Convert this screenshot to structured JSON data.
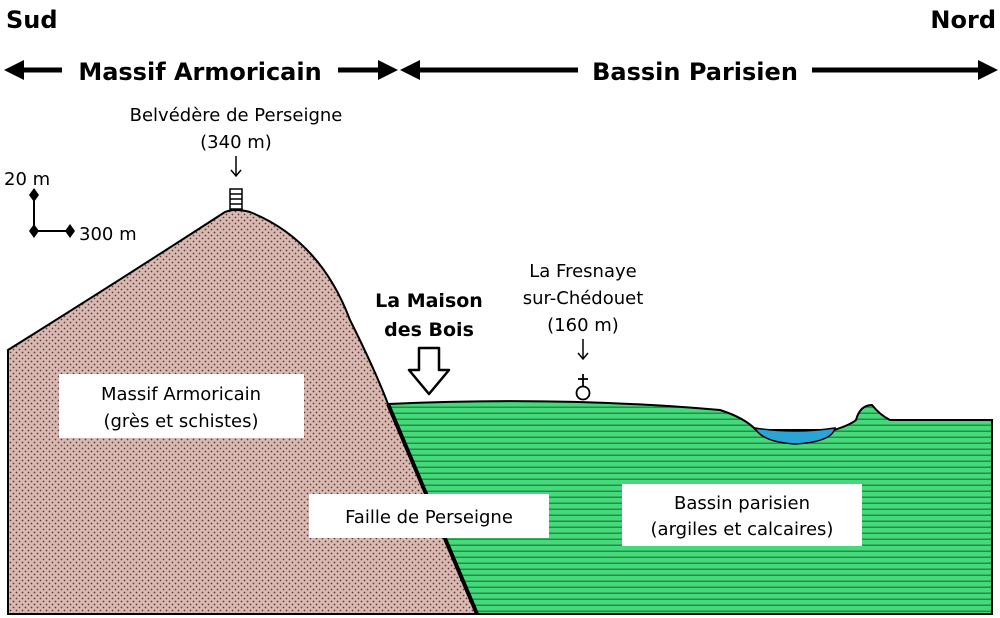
{
  "orientation": {
    "south": "Sud",
    "north": "Nord"
  },
  "domains": {
    "left": "Massif Armoricain",
    "right": "Bassin Parisien"
  },
  "scale": {
    "vertical": "20 m",
    "horizontal": "300 m"
  },
  "belvedere": {
    "line1": "Belvédère de Perseigne",
    "line2": "(340 m)"
  },
  "fresnaye": {
    "line1": "La Fresnaye",
    "line2": "sur-Chédouet",
    "line3": "(160 m)"
  },
  "maison": {
    "line1": "La Maison",
    "line2": "des Bois"
  },
  "massif_label": {
    "line1": "Massif Armoricain",
    "line2": "(grès et schistes)"
  },
  "faille_label": "Faille de Perseigne",
  "bassin_label": {
    "line1": "Bassin parisien",
    "line2": "(argiles et calcaires)"
  },
  "colors": {
    "massif_fill": "#d9b9b2",
    "bassin_fill": "#44d97a",
    "bassin_stripe": "#1e7a3a",
    "lake": "#2aa3d6"
  }
}
